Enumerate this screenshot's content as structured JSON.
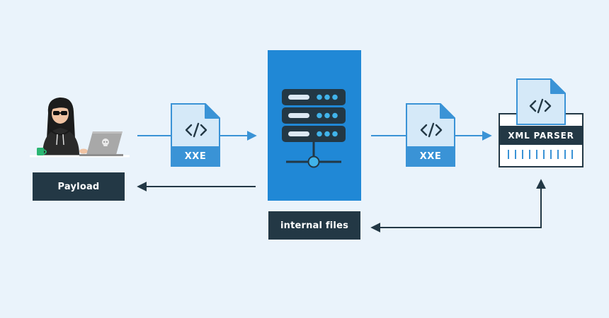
{
  "labels": {
    "payload": "Payload",
    "internal_files": "internal files",
    "xxe_left": "XXE",
    "xxe_right": "XXE",
    "xml_parser": "XML PARSER"
  },
  "icons": {
    "attacker": "hacker-with-laptop-icon",
    "skull": "skull-icon",
    "mug": "mug-icon",
    "document": "xml-document-icon",
    "code": "code-brackets-icon",
    "server": "server-rack-icon",
    "network": "network-node-icon",
    "parser": "xml-parser-device-icon"
  },
  "colors": {
    "background": "#eaf3fb",
    "server_panel": "#2088d6",
    "dark_navy": "#233845",
    "document_fill": "#d5e9f8",
    "document_accent": "#3a93d6",
    "arrow": "#3a93d6",
    "accent_cyan": "#40b3ea"
  }
}
